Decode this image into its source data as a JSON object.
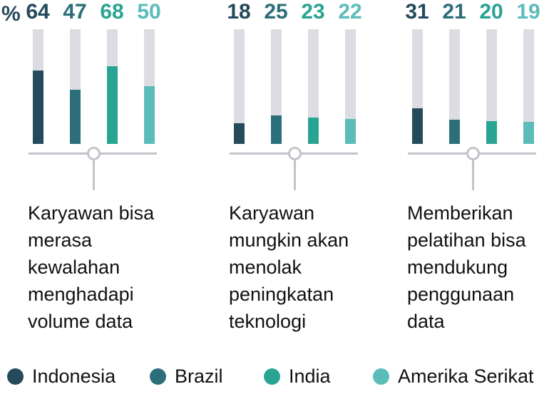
{
  "unit_label": "%",
  "chart_data": {
    "type": "bar",
    "unit": "%",
    "ylim": [
      0,
      100
    ],
    "grid": false,
    "legend_position": "bottom",
    "track_color": "#dcdce3",
    "axis_color": "#c3c3cb",
    "series": [
      {
        "name": "Indonesia",
        "color": "#254a5c"
      },
      {
        "name": "Brazil",
        "color": "#2c6e7a"
      },
      {
        "name": "India",
        "color": "#2aa492"
      },
      {
        "name": "Amerika Serikat",
        "color": "#5cbcba"
      }
    ],
    "groups": [
      {
        "label": "Karyawan bisa merasa kewalahan menghadapi volume data",
        "values": [
          64,
          47,
          68,
          50
        ]
      },
      {
        "label": "Karyawan mungkin akan menolak peningkatan teknologi",
        "values": [
          18,
          25,
          23,
          22
        ]
      },
      {
        "label": "Memberikan pelatihan bisa mendukung penggunaan data",
        "values": [
          31,
          21,
          20,
          19
        ]
      }
    ]
  },
  "legend": {
    "items": [
      {
        "label": "Indonesia",
        "color": "#254a5c"
      },
      {
        "label": "Brazil",
        "color": "#2c6e7a"
      },
      {
        "label": "India",
        "color": "#2aa492"
      },
      {
        "label": "Amerika Serikat",
        "color": "#5cbcba"
      }
    ]
  }
}
